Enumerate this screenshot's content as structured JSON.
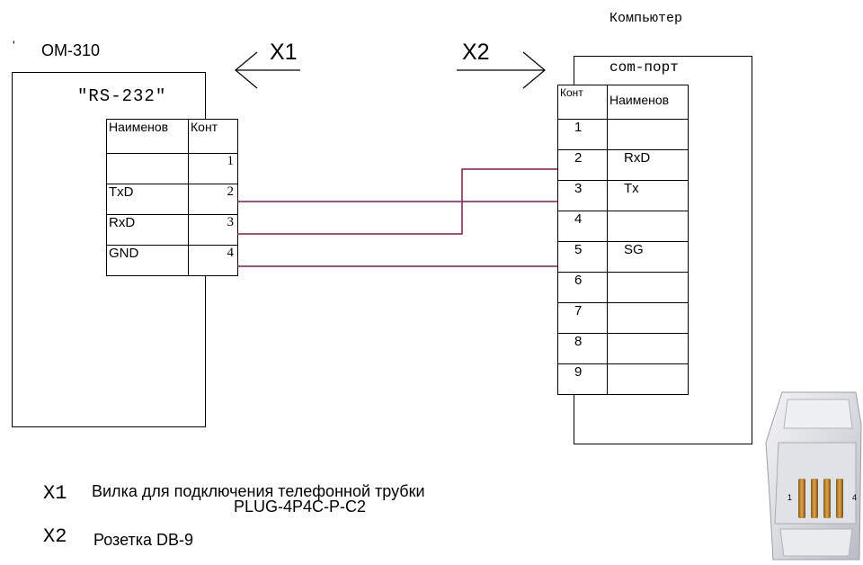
{
  "device": {
    "title": "OM-310",
    "tick": "'",
    "subtitle": "\"RS-232\"",
    "columns": [
      "Наименов",
      "Конт"
    ],
    "rows": [
      {
        "name": "",
        "pin": "1"
      },
      {
        "name": "TxD",
        "pin": "2"
      },
      {
        "name": "RxD",
        "pin": "3"
      },
      {
        "name": "GND",
        "pin": "4"
      }
    ]
  },
  "computer": {
    "title": "Компьютер",
    "port": "com-порт",
    "columns": [
      "Конт",
      "Наименов"
    ],
    "rows": [
      {
        "pin": "1",
        "name": ""
      },
      {
        "pin": "2",
        "name": "RxD"
      },
      {
        "pin": "3",
        "name": "Tx"
      },
      {
        "pin": "4",
        "name": ""
      },
      {
        "pin": "5",
        "name": "SG"
      },
      {
        "pin": "6",
        "name": ""
      },
      {
        "pin": "7",
        "name": ""
      },
      {
        "pin": "8",
        "name": ""
      },
      {
        "pin": "9",
        "name": ""
      }
    ]
  },
  "connectors": {
    "x1": "X1",
    "x2": "X2"
  },
  "legend": {
    "x1_code": "X1",
    "x1_desc": "Вилка для подключения телефонной трубки",
    "x1_part": "PLUG-4P4C-P-C2",
    "x2_code": "X2",
    "x2_desc": "Розетка DB-9"
  },
  "plug": {
    "pin_first": "1",
    "pin_last": "4"
  },
  "colors": {
    "wire": "#7a1f52",
    "line": "#000000"
  }
}
